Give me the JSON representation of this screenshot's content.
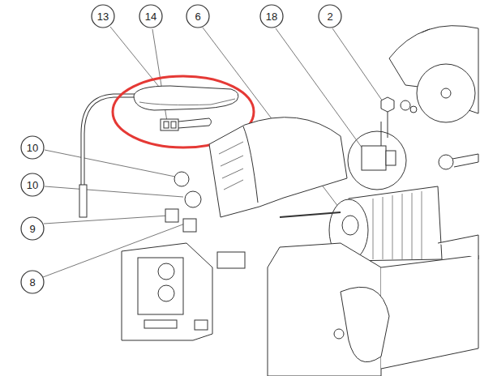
{
  "diagram": {
    "nodes": [
      {
        "text": [
          "13"
        ]
      },
      {
        "text": [
          "14"
        ]
      },
      {
        "text": [
          "6"
        ]
      },
      {
        "text": [
          "18"
        ]
      },
      {
        "text": [
          "2"
        ]
      },
      {
        "text": [
          "10"
        ]
      },
      {
        "text": [
          "10"
        ]
      },
      {
        "text": [
          "9"
        ]
      },
      {
        "text": [
          "8"
        ]
      }
    ]
  }
}
